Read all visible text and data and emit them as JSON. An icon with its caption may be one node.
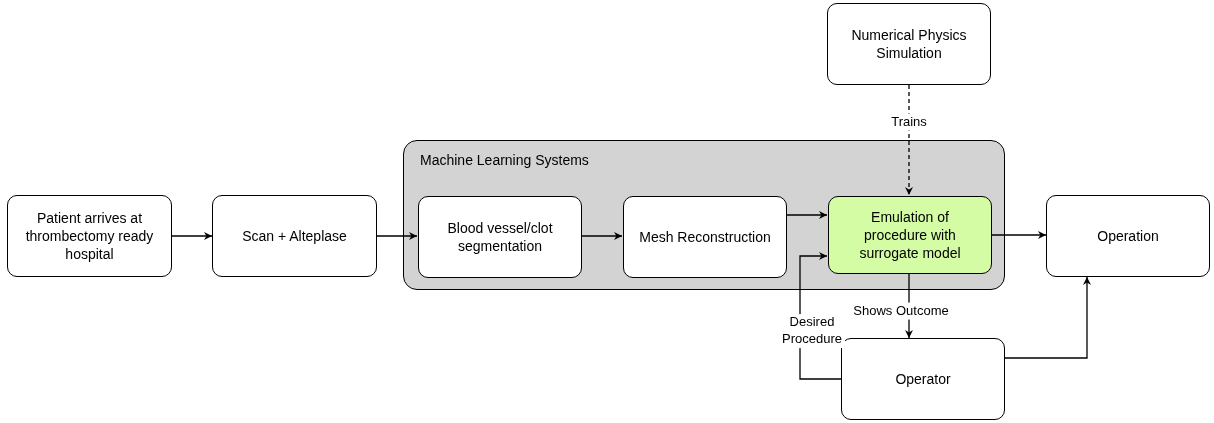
{
  "diagram": {
    "nodes": [
      {
        "text": [
          "Patient arrives at thrombectomy ready hospital"
        ]
      },
      {
        "text": [
          "Scan + Alteplase"
        ]
      },
      {
        "text": [
          "Machine Learning Systems"
        ]
      },
      {
        "text": [
          "Blood vessel/clot segmentation"
        ],
        "in": 2
      },
      {
        "text": [
          "Mesh Reconstruction"
        ],
        "in": 2
      },
      {
        "text": [
          "Emulation of procedure with surrogate model"
        ],
        "in": 2
      },
      {
        "text": [
          "Numerical Physics Simulation"
        ]
      },
      {
        "text": [
          "Operation"
        ]
      },
      {
        "text": [
          "Operator"
        ]
      }
    ],
    "edges": [
      {
        "from": 0,
        "to": 1,
        "arrow": "to"
      },
      {
        "from": 1,
        "to": 3,
        "arrow": "to"
      },
      {
        "from": 3,
        "to": 4,
        "arrow": "to"
      },
      {
        "from": 4,
        "to": 5,
        "arrow": "to"
      },
      {
        "from": 6,
        "to": 5,
        "arrow": "to",
        "style": "dashed",
        "label": "Trains"
      },
      {
        "from": 5,
        "to": 7,
        "arrow": "to"
      },
      {
        "from": 5,
        "to": 8,
        "arrow": "to",
        "label": "Shows Outcome"
      },
      {
        "from": 8,
        "to": 5,
        "arrow": "to",
        "label": "Desired Procedure"
      },
      {
        "from": 8,
        "to": 7,
        "arrow": "to"
      }
    ]
  }
}
